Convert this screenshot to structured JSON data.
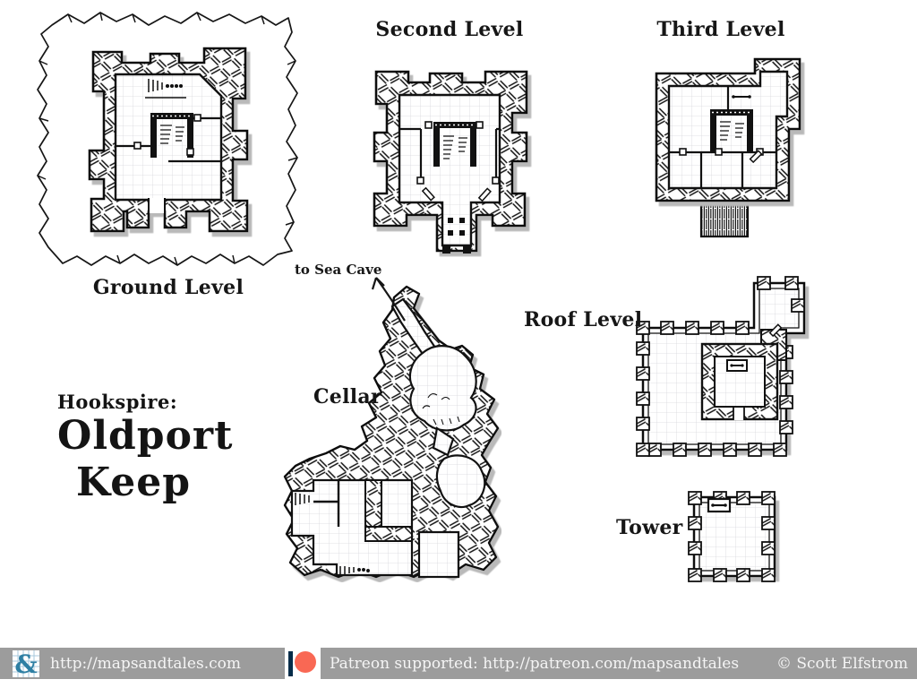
{
  "title": {
    "kicker": "Hookspire:",
    "line1": "Oldport",
    "line2": "Keep"
  },
  "levels": [
    {
      "id": "ground",
      "label": "Ground Level"
    },
    {
      "id": "second",
      "label": "Second Level"
    },
    {
      "id": "third",
      "label": "Third Level"
    },
    {
      "id": "roof",
      "label": "Roof Level"
    },
    {
      "id": "cellar",
      "label": "Cellar"
    },
    {
      "id": "tower",
      "label": "Tower"
    }
  ],
  "annotations": {
    "sea_cave": "to Sea Cave"
  },
  "footer": {
    "site_url": "http://mapsandtales.com",
    "patreon_note": "Patreon supported: http://patreon.com/mapsandtales",
    "copyright": "© Scott Elfstrom"
  },
  "icons": {
    "site_logo": "ampersand-grid-logo",
    "site_logo_glyph": "&",
    "patreon": "patreon-icon",
    "sea_cave_arrow": "arrow-up-icon"
  },
  "colors": {
    "ink": "#161616",
    "wall_shadow": "#b9b9b9",
    "grid_line": "#d7d7dc",
    "footer_bar": "#9c9c9c",
    "footer_text": "#f5f5f5",
    "patreon_coral": "#f96854",
    "patreon_navy": "#052d49",
    "logo_teal": "#2e7fa3"
  }
}
